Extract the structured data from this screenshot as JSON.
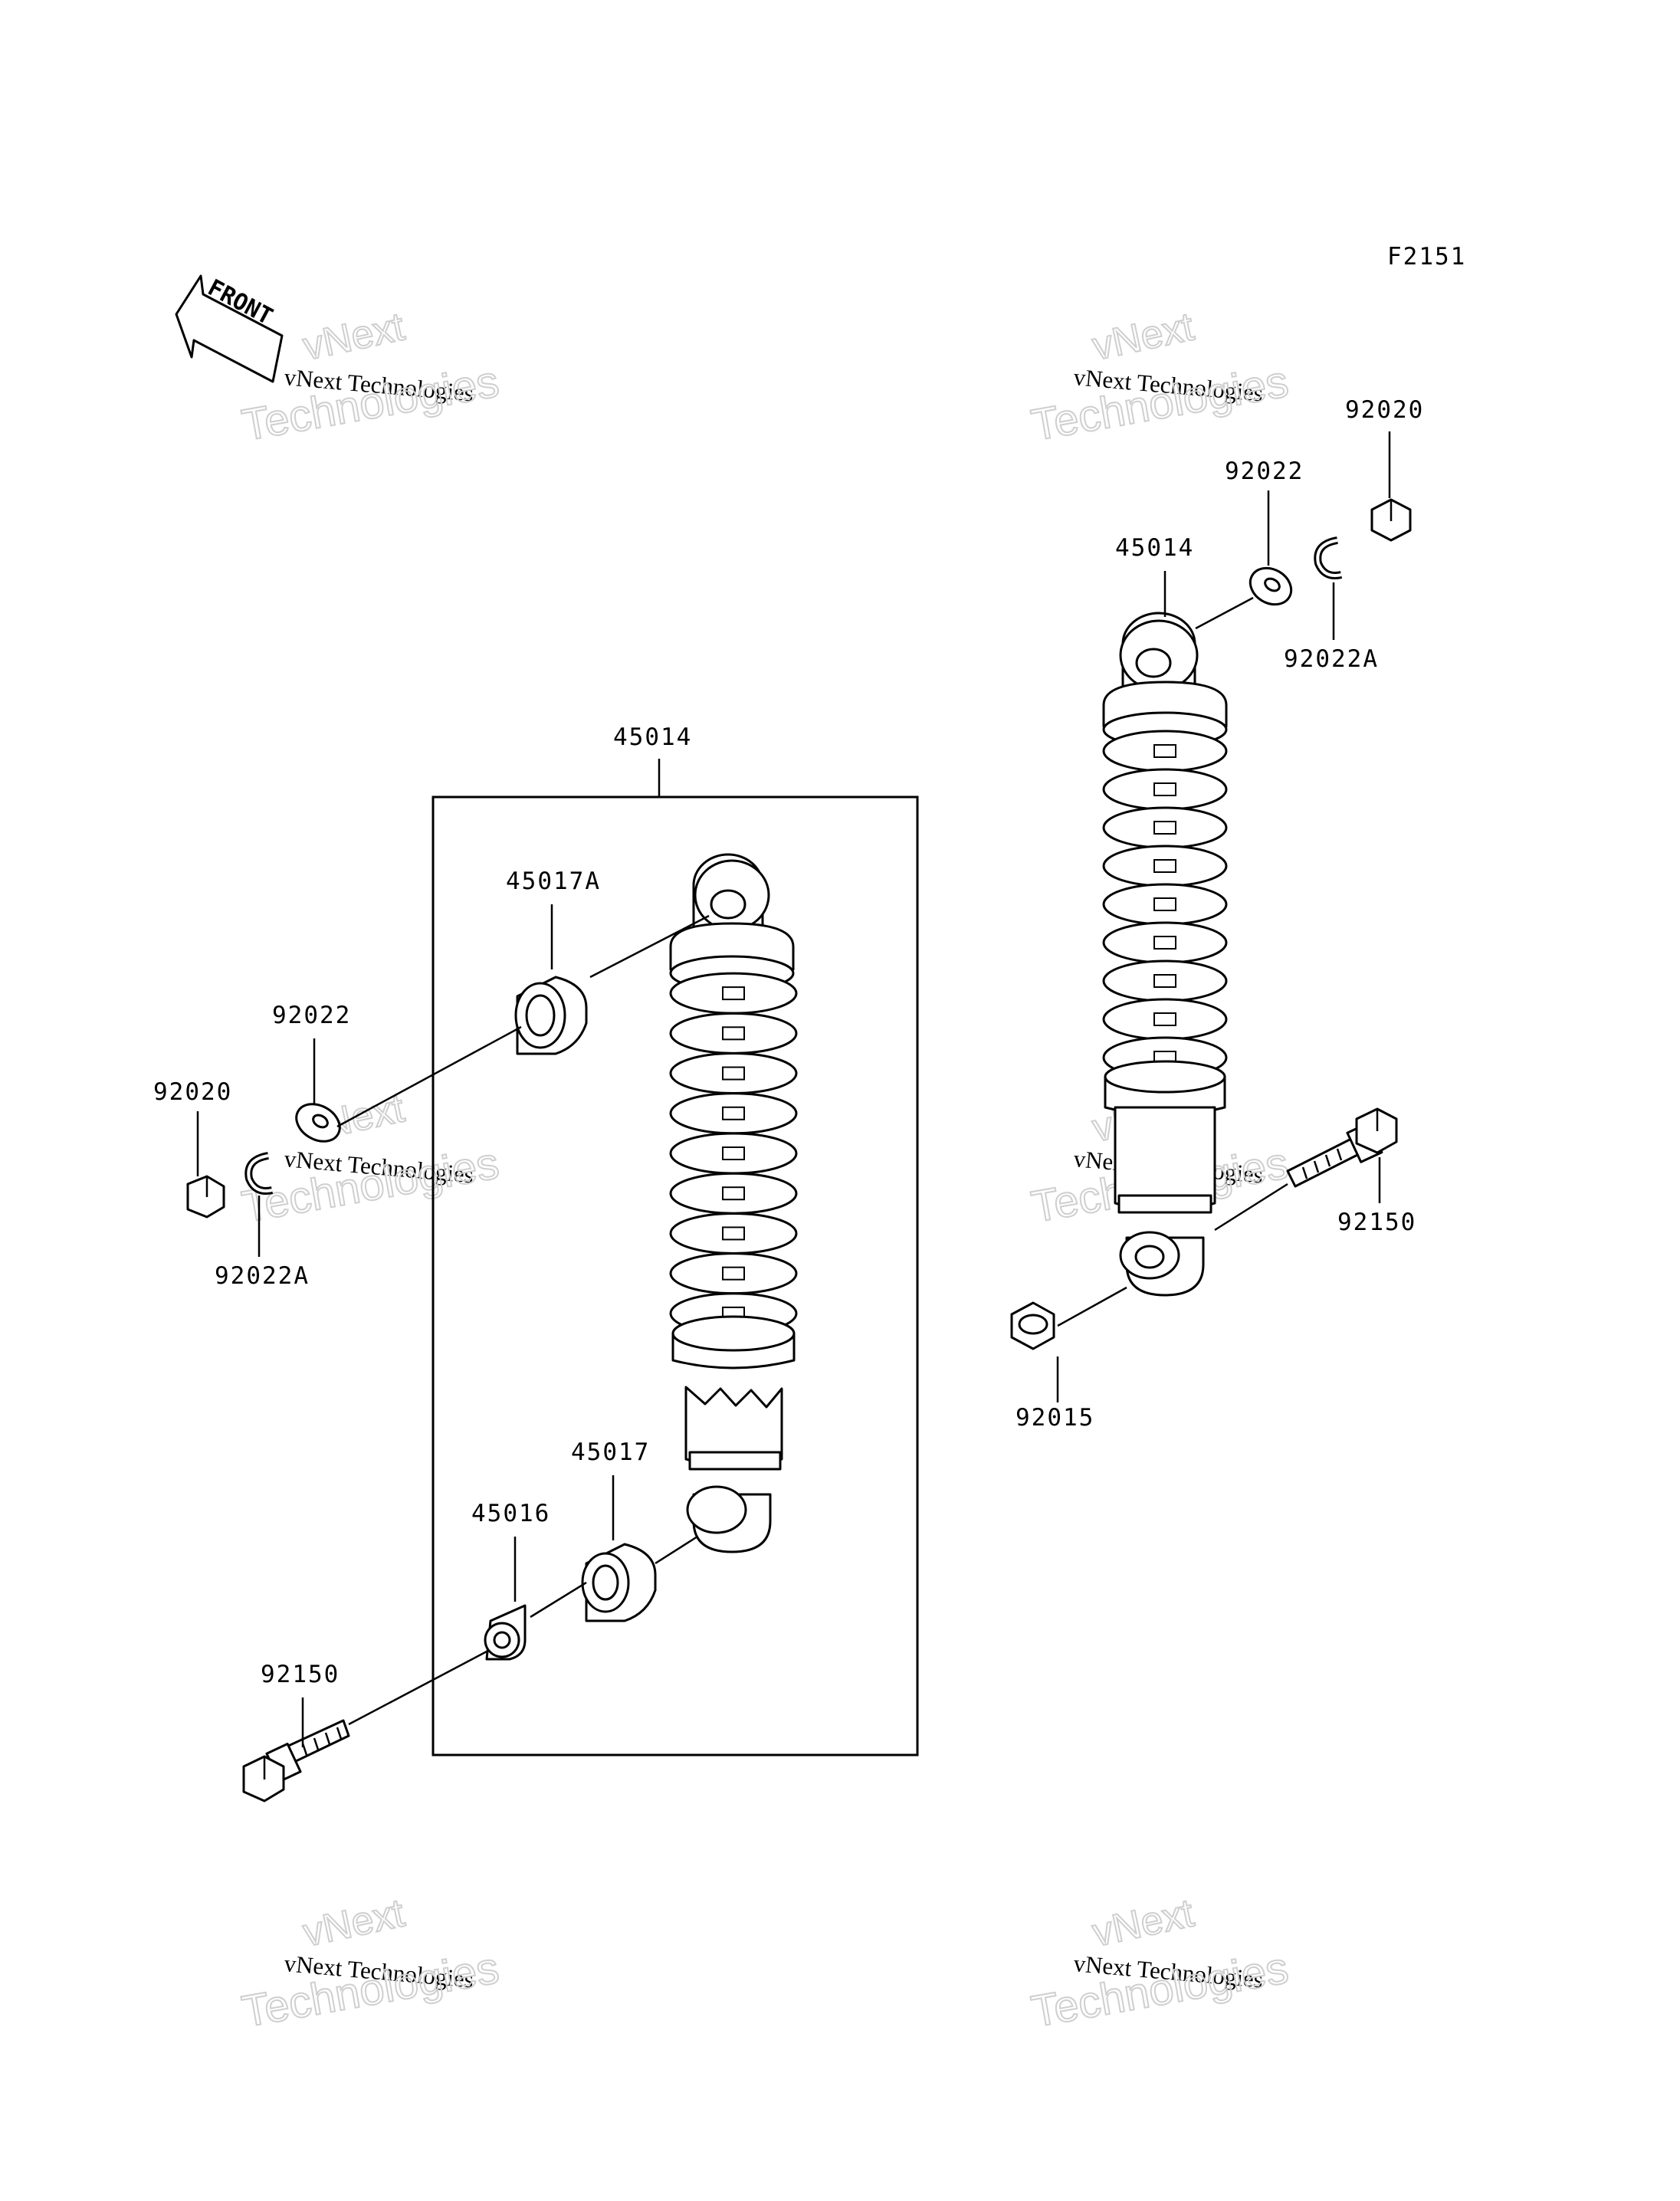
{
  "figure_code": "F2151",
  "front_label": "FRONT",
  "watermark": {
    "line1": "vNext",
    "line2": "vNext Technologies",
    "line3": "Technologies"
  },
  "labels": {
    "left_kit": "45014",
    "bushing_upper": "45017A",
    "washer_left": "92022",
    "nut_left": "92020",
    "clip_left": "92022A",
    "bushing_lower": "45017",
    "collar": "45016",
    "bolt_left": "92150",
    "right_shock": "45014",
    "washer_right": "92022",
    "nut_right": "92020",
    "clip_right": "92022A",
    "bolt_right": "92150",
    "nut_bottom_right": "92015"
  }
}
